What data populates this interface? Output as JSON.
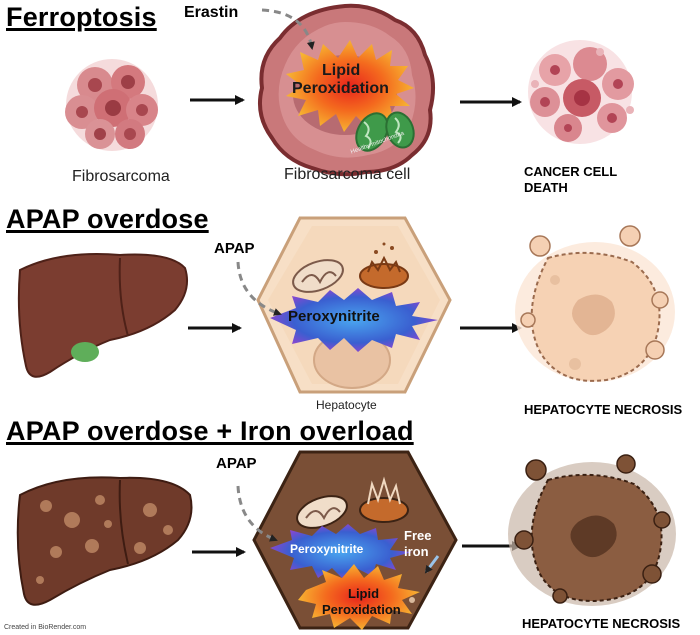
{
  "sections": [
    {
      "title": "Ferroptosis",
      "trigger": "Erastin",
      "source_label": "Fibrosarcoma",
      "cell_label": "Fibrosarcoma cell",
      "burst_label": [
        "Lipid",
        "Peroxidation"
      ],
      "organelle_label": "Healthy mitochondria",
      "outcome": [
        "CANCER CELL",
        "DEATH"
      ]
    },
    {
      "title": "APAP overdose",
      "trigger": "APAP",
      "burst_label": "Peroxynitrite",
      "cell_label": "Hepatocyte",
      "outcome": "HEPATOCYTE NECROSIS"
    },
    {
      "title": "APAP overdose + Iron overload",
      "trigger": "APAP",
      "burst_label": "Peroxynitrite",
      "iron_label": [
        "Free",
        "iron"
      ],
      "burst2_label": [
        "Lipid",
        "Peroxidation"
      ],
      "outcome": "HEPATOCYTE NECROSIS"
    }
  ],
  "credit": "Created in BioRender.com",
  "colors": {
    "fibro_cell": "#b3545c",
    "burst_orange": "#f5a623",
    "burst_blue": "#3a74d6",
    "liver_normal": "#7a3b2e",
    "liver_iron": "#6b3a2a",
    "hepatocyte": "#f4dcc4",
    "necrosis_light": "#f2c9a6",
    "necrosis_dark": "#8a5a3c"
  }
}
